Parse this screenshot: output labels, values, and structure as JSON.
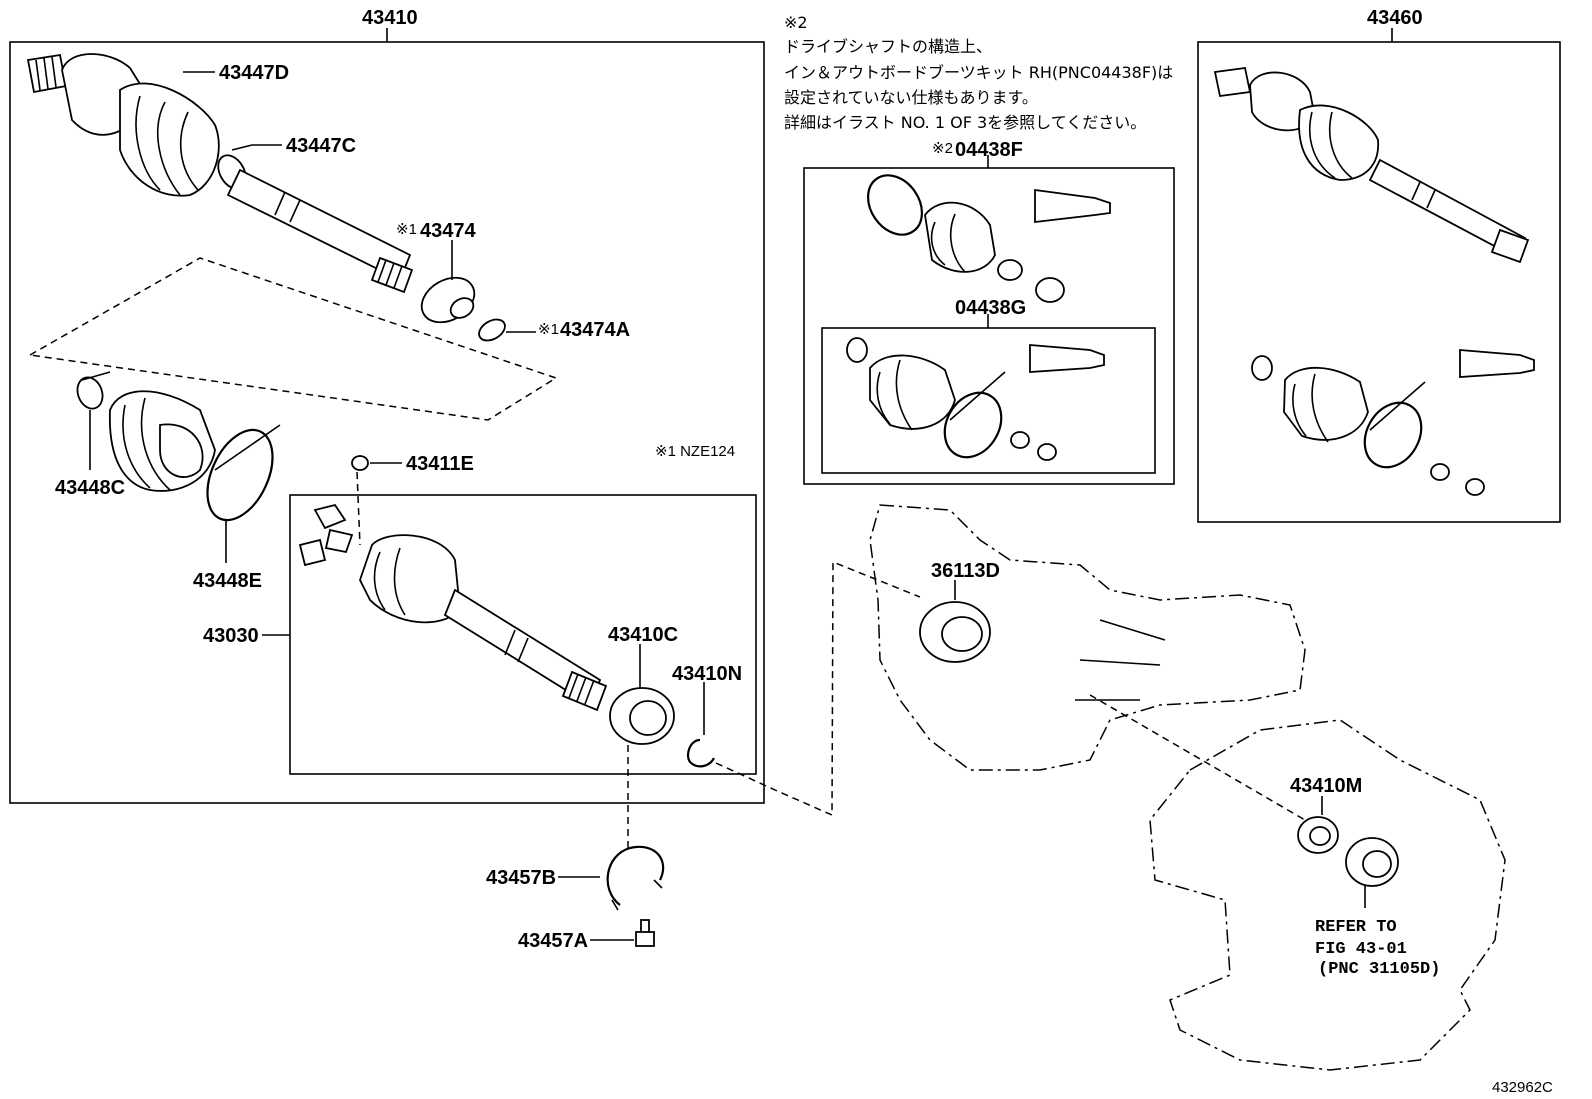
{
  "labels": {
    "assy_left": "43410",
    "assy_right": "43460",
    "p43447D": "43447D",
    "p43447C": "43447C",
    "p43474": "43474",
    "p43474A": "43474A",
    "p43448C": "43448C",
    "p43448E": "43448E",
    "p43411E": "43411E",
    "p43030": "43030",
    "p43410C": "43410C",
    "p43410N": "43410N",
    "p43457B": "43457B",
    "p43457A": "43457A",
    "p36113D": "36113D",
    "p43410M": "43410M",
    "kit_f": "04438F",
    "kit_g": "04438G",
    "mark1": "※1",
    "mark2": "※2",
    "nze_note": "※1 NZE124",
    "refer_1": "REFER TO",
    "refer_2": "FIG 43-01",
    "refer_3": "(PNC 31105D)",
    "figure_no": "432962C"
  },
  "jp_note": {
    "mark": "※2",
    "line1": "ドライブシャフトの構造上、",
    "line2": "イン＆アウトボードブーツキット RH(PNC04438F)は",
    "line3": "設定されていない仕様もあります。",
    "line4": "詳細はイラスト NO. 1 OF 3を参照してください。"
  }
}
